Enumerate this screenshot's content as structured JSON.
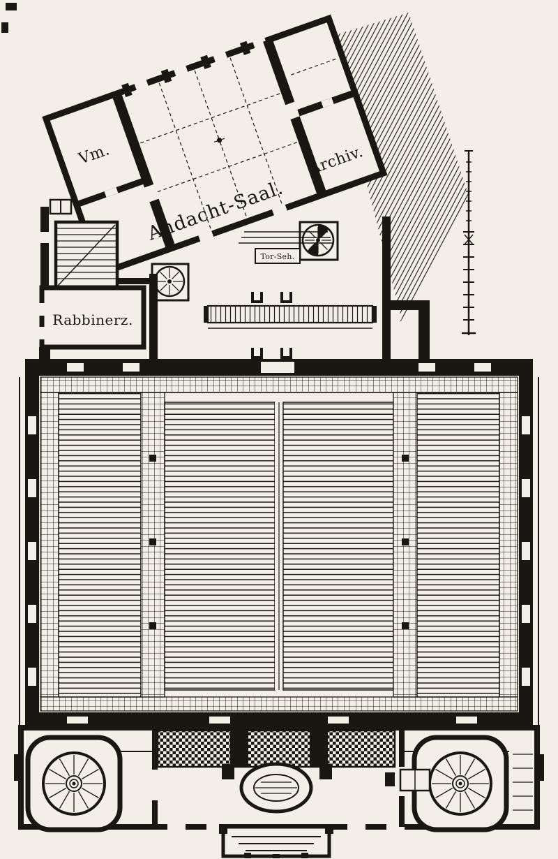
{
  "labels": {
    "vm": "Vm.",
    "andacht_saal": "Andacht-Saal.",
    "archiv": "Archiv.",
    "rabbinerz": "Rabbinerz.",
    "tor_seh": "Tor-Seh."
  },
  "palette": {
    "paper": "#f3efe6",
    "ink": "#1a1612"
  }
}
